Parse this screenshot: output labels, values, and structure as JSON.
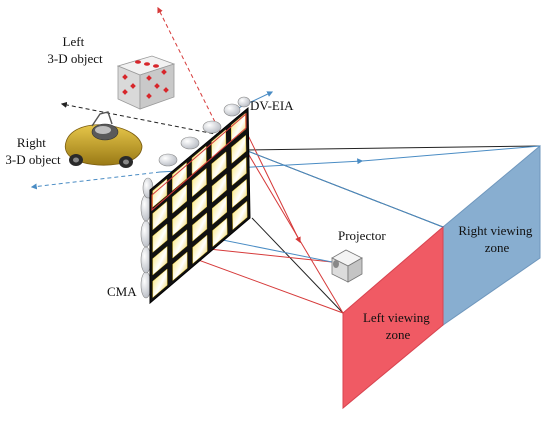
{
  "labels": {
    "left_object": [
      "Left",
      "3-D object"
    ],
    "right_object": [
      "Right",
      "3-D object"
    ],
    "dv_eia": "DV-EIA",
    "cma": "CMA",
    "projector": "Projector",
    "left_zone": [
      "Left viewing",
      "zone"
    ],
    "right_zone": [
      "Right viewing",
      "zone"
    ]
  },
  "colors": {
    "red_ray": "#d63a3a",
    "blue_ray": "#4a8cc4",
    "black_ray": "#222222",
    "left_zone": "#f05a64",
    "right_zone": "#88aed0",
    "dice_pip": "#d7262b",
    "car_body": "#c9a52c"
  }
}
